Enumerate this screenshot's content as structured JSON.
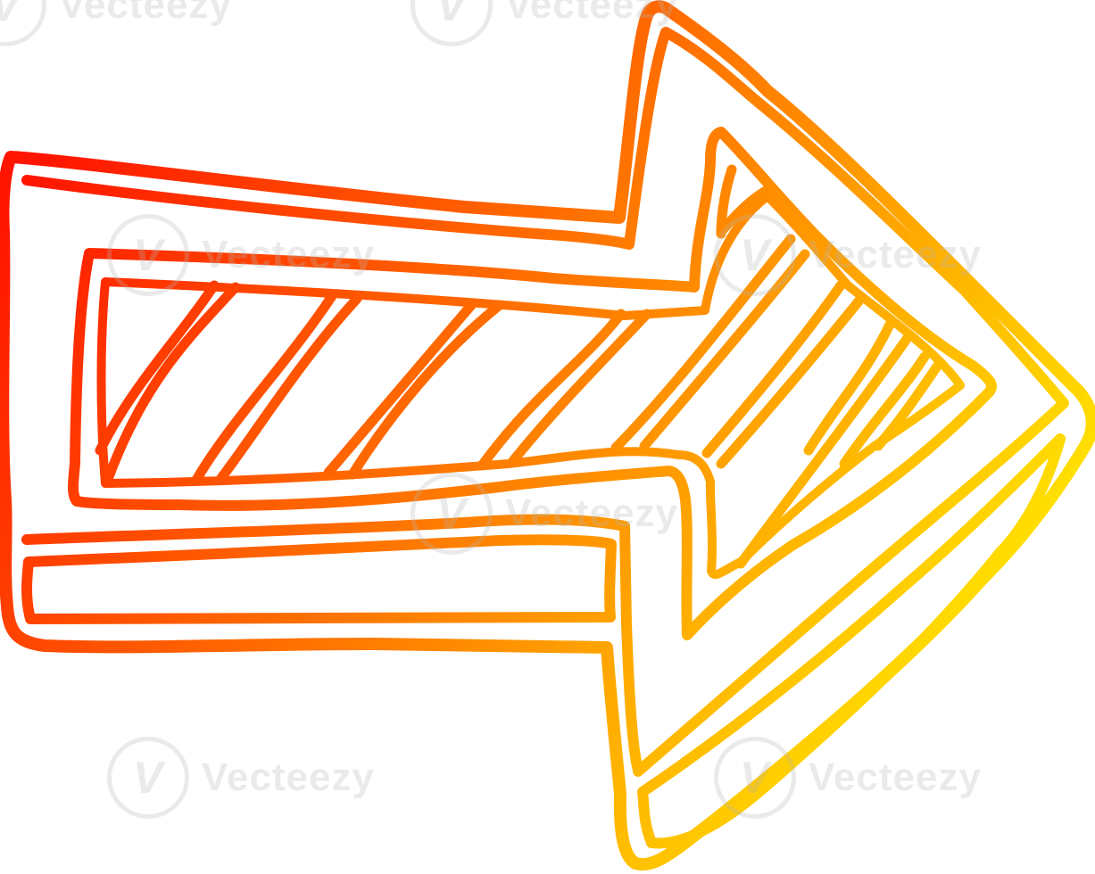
{
  "image": {
    "subject": "hand-drawn cartoon arrow pointing right",
    "gradient_start_color": "#ff1500",
    "gradient_mid_color": "#ff8800",
    "gradient_end_color": "#ffff00",
    "background_color": "#ffffff"
  },
  "watermark": {
    "text": "Vecteezy",
    "logo_glyph": "V"
  }
}
